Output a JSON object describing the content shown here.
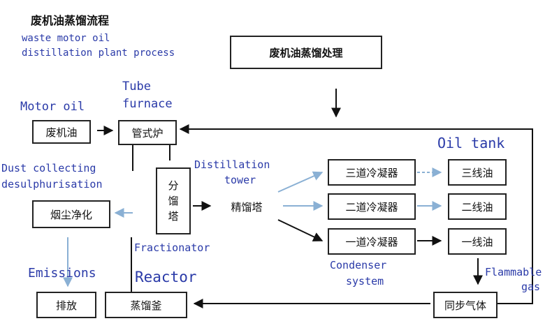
{
  "title_cn": "废机油蒸馏流程",
  "title_en_line1": "waste motor oil",
  "title_en_line2": "distillation plant process",
  "header_box": "废机油蒸馏处理",
  "labels": {
    "motor_oil": "Motor oil",
    "tube_line1": "Tube",
    "tube_line2": "furnace",
    "oil_tank": "Oil tank",
    "dust_line1": "Dust collecting",
    "dust_line2": "desulphurisation",
    "distillation_line1": "Distillation",
    "distillation_line2": "tower",
    "fractionator": "Fractionator",
    "emissions": "Emissions",
    "reactor": "Reactor",
    "condenser_line1": "Condenser",
    "condenser_line2": "system",
    "flammable_line1": "Flammable",
    "flammable_line2": "gas"
  },
  "boxes": {
    "waste_oil": "废机油",
    "tube_furnace": "管式炉",
    "fractionator_chars": [
      "分",
      "馏",
      "塔"
    ],
    "rectifier": "精馏塔",
    "condenser3": "三道冷凝器",
    "condenser2": "二道冷凝器",
    "condenser1": "一道冷凝器",
    "oil3": "三线油",
    "oil2": "二线油",
    "oil1": "一线油",
    "smoke_purify": "烟尘净化",
    "discharge": "排放",
    "still": "蒸馏釜",
    "sync_gas": "同步气体"
  }
}
